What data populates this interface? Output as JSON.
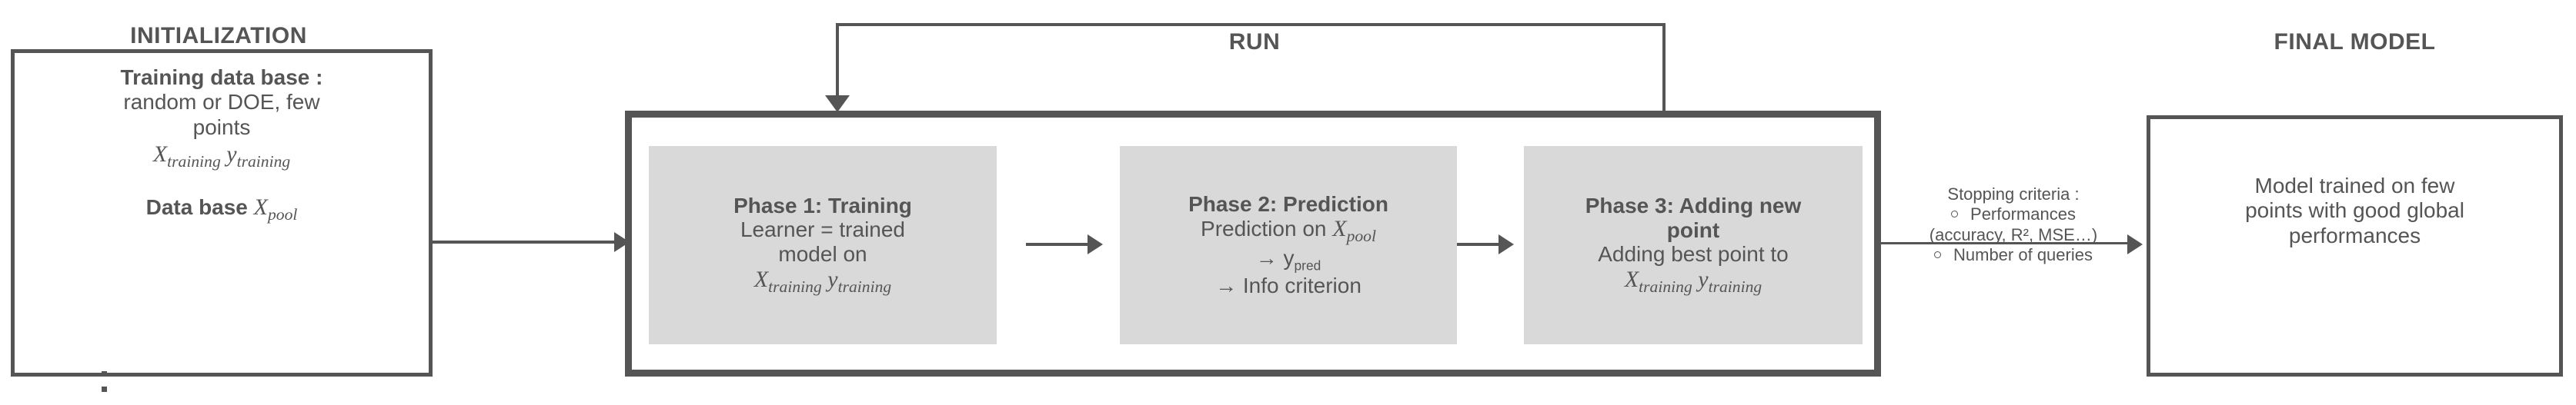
{
  "diagram": {
    "title_initialization": "INITIALIZATION",
    "title_run": "RUN",
    "title_final": "FINAL MODEL"
  },
  "initialization": {
    "heading": "Training data base :",
    "line1": "random or DOE, few",
    "line2": "points",
    "math1_x": "X",
    "math1_xsub": "training",
    "math1_y": "y",
    "math1_ysub": "training",
    "database_label": "Data base ",
    "database_math": "X",
    "database_math_sub": "pool"
  },
  "phases": [
    {
      "name": "phase-1",
      "title": "Phase 1: Training",
      "line1": "Learner = trained",
      "line2": "model on",
      "math_x": "X",
      "math_x_sub": "training",
      "math_y": "y",
      "math_y_sub": "training"
    },
    {
      "name": "phase-2",
      "title": "Phase 2: Prediction",
      "line1": "Prediction on ",
      "math_x": "X",
      "math_x_sub": "pool",
      "line2_arrow": "→ ",
      "line2_y": "y",
      "line2_y_sub": "pred",
      "line3": "→ Info criterion"
    },
    {
      "name": "phase-3",
      "title_a": "Phase 3: Adding new",
      "title_b": "point",
      "line1": "Adding best point to",
      "math_x": "X",
      "math_x_sub": "training",
      "math_y": "y",
      "math_y_sub": "training"
    }
  ],
  "stopping_criteria": {
    "header": "Stopping criteria :",
    "item1": "Performances",
    "item1_cont": "(accuracy, R², MSE…)",
    "item2": "Number of queries"
  },
  "final_model": {
    "line1": "Model trained on few",
    "line2": "points with good global",
    "line3": "performances"
  },
  "colors": {
    "stroke": "#555555",
    "card_fill": "#d9d9d9",
    "background": "#ffffff"
  }
}
